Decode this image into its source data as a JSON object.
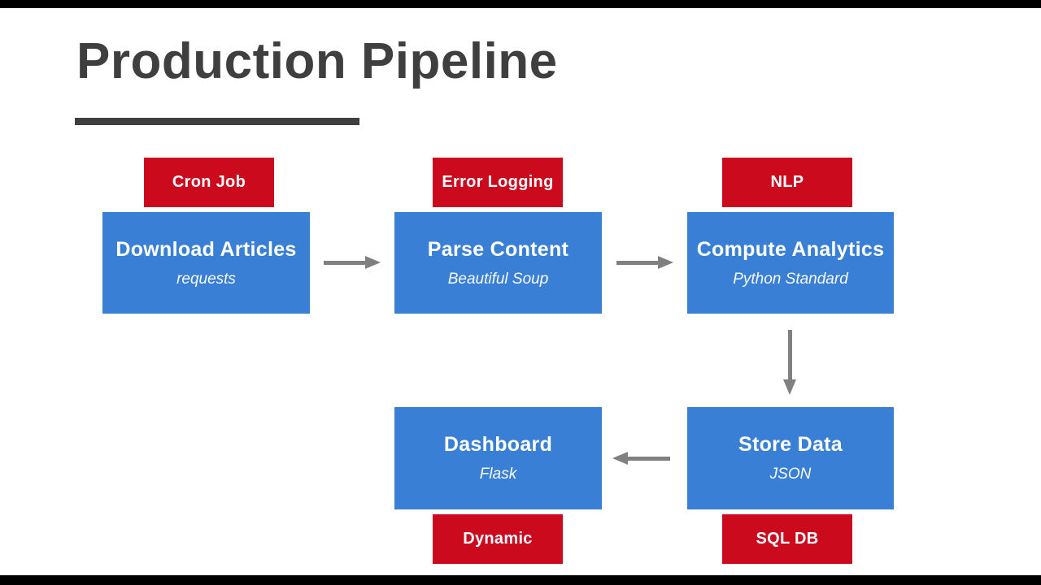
{
  "slide": {
    "title": "Production Pipeline"
  },
  "nodes": [
    {
      "title": "Download Articles",
      "subtitle": "requests",
      "tag": "Cron Job",
      "tag_position": "top"
    },
    {
      "title": "Parse Content",
      "subtitle": "Beautiful Soup",
      "tag": "Error Logging",
      "tag_position": "top"
    },
    {
      "title": "Compute Analytics",
      "subtitle": "Python Standard",
      "tag": "NLP",
      "tag_position": "top"
    },
    {
      "title": "Store Data",
      "subtitle": "JSON",
      "tag": "SQL DB",
      "tag_position": "bottom"
    },
    {
      "title": "Dashboard",
      "subtitle": "Flask",
      "tag": "Dynamic",
      "tag_position": "bottom"
    }
  ],
  "arrows": [
    {
      "from": "Download Articles",
      "to": "Parse Content",
      "direction": "right"
    },
    {
      "from": "Parse Content",
      "to": "Compute Analytics",
      "direction": "right"
    },
    {
      "from": "Compute Analytics",
      "to": "Store Data",
      "direction": "down"
    },
    {
      "from": "Store Data",
      "to": "Dashboard",
      "direction": "left"
    }
  ],
  "colors": {
    "box_blue": "#3a7fd6",
    "tag_red": "#cb0a1e",
    "arrow_gray": "#808080",
    "title_gray": "#3f3f3f",
    "background": "#ffffff",
    "letterbox_black": "#000000"
  }
}
